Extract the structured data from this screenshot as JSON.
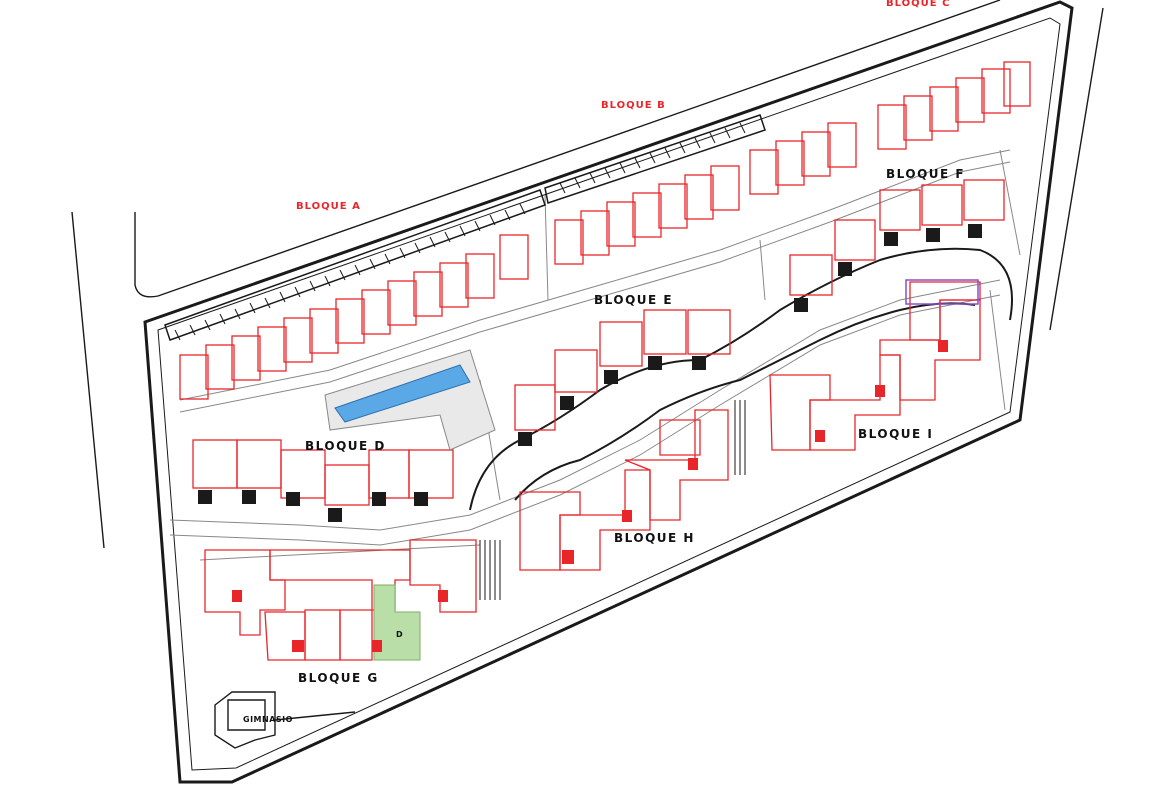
{
  "labels": {
    "bloque_a": "BLOQUE A",
    "bloque_b": "BLOQUE B",
    "bloque_c": "BLOQUE C",
    "bloque_d": "BLOQUE D",
    "bloque_e": "BLOQUE E",
    "bloque_f": "BLOQUE F",
    "bloque_g": "BLOQUE G",
    "bloque_h": "BLOQUE H",
    "bloque_i": "BLOQUE I",
    "gimnasio": "GIMNASIO",
    "unit_d": "D"
  },
  "colors": {
    "building_outline": "#e8262a",
    "wall": "#1a1a1a",
    "path": "#888888",
    "pool": "#5aa9e6",
    "green_area": "#b9dea8",
    "label_red": "#e8262a",
    "label_black": "#111111",
    "accent_purple": "#8a4fd1"
  }
}
